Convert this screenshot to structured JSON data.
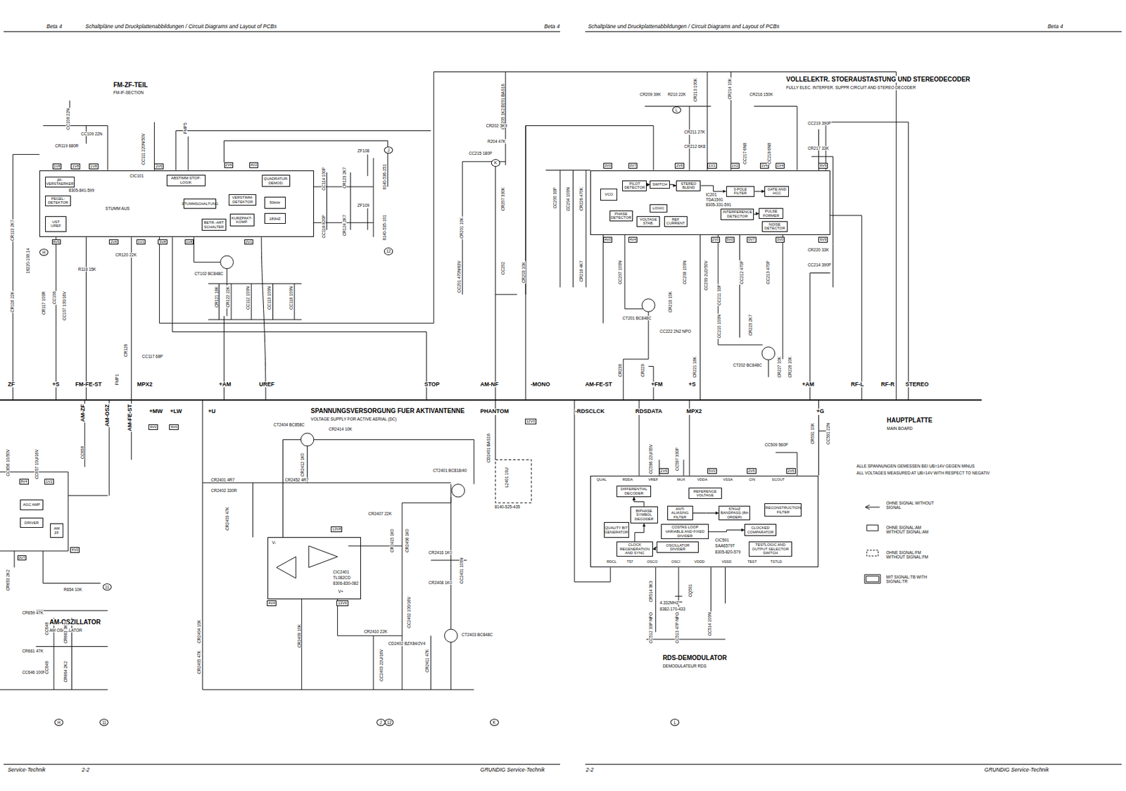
{
  "diagram": {
    "nodes": [
      {
        "text": [
          "CIC101",
          "8305-841-599"
        ]
      },
      {
        "text": [
          "ZF-VERSTAERKER"
        ],
        "in": 0
      },
      {
        "text": [
          "PEGEL-DETEKTOR"
        ],
        "in": 0
      },
      {
        "text": [
          "UST",
          "UREF"
        ],
        "in": 0
      },
      {
        "text": [
          "ABSTIMM-STOP-LOGIK"
        ],
        "in": 0
      },
      {
        "text": [
          "QUADRATUR-DEMOD."
        ],
        "in": 0
      },
      {
        "text": [
          "STUMMSCHALTUNG"
        ],
        "in": 0
      },
      {
        "text": [
          "VERSTIMM-DETEKTOR"
        ],
        "in": 0
      },
      {
        "text": [
          "50kHz"
        ],
        "in": 0
      },
      {
        "text": [
          "180HZ"
        ],
        "in": 0
      },
      {
        "text": [
          "BETR.-ART SCHALTER"
        ],
        "in": 0
      },
      {
        "text": [
          "KURZPAKT-KOMP."
        ],
        "in": 0
      },
      {
        "text": [
          "IC201",
          "TDA1591",
          "8305-331-591"
        ]
      },
      {
        "text": [
          "PILOT DETECTOR"
        ],
        "in": 12
      },
      {
        "text": [
          "SWITCH"
        ],
        "in": 12
      },
      {
        "text": [
          "STEREO BLEND"
        ],
        "in": 12
      },
      {
        "text": [
          "3-POLE FILTER"
        ],
        "in": 12
      },
      {
        "text": [
          "GATE AND HCC"
        ],
        "in": 12
      },
      {
        "text": [
          "LOGIC"
        ],
        "in": 12
      },
      {
        "text": [
          "PHASE DETECTOR"
        ],
        "in": 12
      },
      {
        "text": [
          "VOLTAGE STAB."
        ],
        "in": 12
      },
      {
        "text": [
          "REF CURRENT"
        ],
        "in": 12
      },
      {
        "text": [
          "INTERFERENCE DETECTOR"
        ],
        "in": 12
      },
      {
        "text": [
          "PULSE FORMER"
        ],
        "in": 12
      },
      {
        "text": [
          "NOISE DETECTOR"
        ],
        "in": 12
      },
      {
        "text": [
          "VCO"
        ],
        "in": 12
      },
      {
        "text": [
          "CIC2401",
          "TL082CD",
          "8306-830-082"
        ]
      },
      {
        "text": [
          "CIC591",
          "SAA6579T",
          "8305-820-579"
        ]
      },
      {
        "text": [
          "DIFFERENTIAL DECODER"
        ],
        "in": 27
      },
      {
        "text": [
          "REFERENCE VOLTAGE"
        ],
        "in": 27
      },
      {
        "text": [
          "QUALITY BIT GENERATOR"
        ],
        "in": 27
      },
      {
        "text": [
          "BIPHASE SYMBOL DECODER"
        ],
        "in": 27
      },
      {
        "text": [
          "ANTI ALIASING FILTER"
        ],
        "in": 27
      },
      {
        "text": [
          "57KHZ BANDPASS (8th ORDER)"
        ],
        "in": 27
      },
      {
        "text": [
          "RECONSTRUCTION FILTER"
        ],
        "in": 27
      },
      {
        "text": [
          "COSTAS LOOP VARIABLE AND FIXED DIVIDER"
        ],
        "in": 27
      },
      {
        "text": [
          "CLOCKED COMPARATOR"
        ],
        "in": 27
      },
      {
        "text": [
          "CLOCK REGENERATION AND SYNC"
        ],
        "in": 27
      },
      {
        "text": [
          "OSCILLATOR DIVIDER"
        ],
        "in": 27
      },
      {
        "text": [
          "TESTLOGIC AND OUTPUT SELECTOR SWITCH"
        ],
        "in": 27
      },
      {
        "text": [
          "AGC AMP"
        ]
      },
      {
        "text": [
          "DRIVER"
        ]
      },
      {
        "text": [
          "AM ZF"
        ]
      }
    ],
    "edges": [
      {
        "from": 13,
        "to": 14,
        "arrow": "to"
      },
      {
        "from": 14,
        "to": 15,
        "arrow": "to"
      },
      {
        "from": 15,
        "to": 16,
        "arrow": "to"
      },
      {
        "from": 16,
        "to": 17,
        "arrow": "to"
      },
      {
        "from": 22,
        "to": 23,
        "arrow": "to"
      },
      {
        "from": 32,
        "to": 33,
        "arrow": "to"
      },
      {
        "from": 35,
        "to": 36,
        "arrow": "to"
      },
      {
        "from": 38,
        "to": 37,
        "arrow": "to"
      },
      {
        "from": 37,
        "to": 31,
        "arrow": "to"
      },
      {
        "from": 31,
        "to": 28,
        "arrow": "to"
      }
    ],
    "labels": [
      "Beta 4",
      "Schaltpläne und Druckplattenabbildungen / Circuit Diagrams and Layout of PCBs",
      "Beta 4",
      "Schaltpläne und Druckplattenabbildungen / Circuit Diagrams and Layout of PCBs",
      "Beta 4",
      "Service-Technik",
      "2-2",
      "GRUNDIG Service-Technik",
      "2-2",
      "GRUNDIG Service-Technik",
      "FM-ZF-TEIL",
      "FM-IF-SECTION",
      "VOLLELEKTR. STOERAUSTASTUNG UND STEREODECODER",
      "FULLY ELEC. INTERFER. SUPPR CIRCUIT AND STEREO DECODER",
      "SPANNUNGSVERSORGUNG FUER AKTIVANTENNE",
      "VOLTAGE SUPPLY FOR ACTIVE AERIAL (DC)",
      "AM-OSZILLATOR",
      "AM OSCILLATOR",
      "RDS-DEMODULATOR",
      "DEMODULATEUR RDS",
      "HAUPTPLATTE",
      "MAIN BOARD",
      "ALLE SPANNUNGEN GEMESSEN BEI UB=14V GEGEN MINUS",
      "ALL VOLTAGES MEASURED AT UB=14V WITH RESPECT TO NEGATIV",
      "ZF",
      "+S",
      "FM-FE-ST",
      "MPX2",
      "+AM",
      "UREF",
      "STOP",
      "AM-NF",
      "-MONO",
      "AM-FE-ST",
      "+FM",
      "+S",
      "+AM",
      "RF-L",
      "RF-R",
      "STEREO",
      "AM-ZF",
      "AM-OSZ",
      "AM-FE-ST",
      "+MW",
      "+LW",
      "+U",
      "PHANTOM",
      "-RDSCLCK",
      "RDSDATA",
      "MPX2",
      "+G",
      "9V0",
      "9V0",
      "12V0",
      "13V8",
      "13V6",
      "4V4",
      "8V4",
      "1V2",
      "0V7",
      "4V0",
      "1V8",
      "1V8",
      "1V8",
      "2V6",
      "2V6",
      "4V2",
      "8V9",
      "2V6",
      "1V1",
      "3V8",
      "1V8",
      "2V1",
      "3V0",
      "0V7",
      "2V6",
      "1V1",
      "1V2",
      "1V4",
      "1V4",
      "6V9",
      "4V0",
      "4V4",
      "2V0",
      "5V0",
      "0V7",
      "3V0",
      "6V9",
      "2V6",
      "5V0",
      "2V6",
      "2V6",
      "QUAL",
      "RDDA",
      "VREF",
      "MUX",
      "VDDA",
      "VSSA",
      "CIN",
      "SCOUT",
      "RDCL",
      "T57",
      "OSCO",
      "OSCI",
      "VDDD",
      "VSSD",
      "TEST",
      "TSTLD",
      "CC108 22N",
      "CC109 22N",
      "CR119 680R",
      "CC111 220N/50V",
      "FMP5",
      "CR113 2K7",
      "18220-108.14",
      "CR116 22K",
      "CR117 100R",
      "CC106",
      "CC107 100/16V",
      "R118 15K",
      "CR120 22K",
      "CT102 BC848C",
      "CR121 18K",
      "CR122 22K",
      "CC112 100N",
      "CC113 100N",
      "CC118 100N",
      "CC114 100P",
      "CR123 2K7",
      "ZF108",
      "8140-536-251",
      "CC116 820P",
      "CR124 2K7",
      "ZF109",
      "8140-535-101",
      "CR126",
      "CC117 68P",
      "FMP1",
      "STUMM AUS",
      "J",
      "12",
      "H",
      "CD201 BAS16",
      "CR205 1K2",
      "CR202 3K9",
      "R204 47K",
      "CC215 180P",
      "K",
      "CR207 330K",
      "CR201 10K",
      "CC201 470N/63V",
      "CC202",
      "CR203 10K",
      "CC200 33P",
      "CC204 100N",
      "CR226 470K",
      "CR209 39K",
      "R210 22K",
      "L",
      "CR213 100K",
      "CR214 10K",
      "CR216 150K",
      "CR211 27K",
      "CR212 6K8",
      "CC217 6N8",
      "CC218 6N8",
      "CC219 390P",
      "CR217 33K",
      "CR220 33K",
      "CC214 390P",
      "CR218 4K7",
      "CC207 100N",
      "CC208 100N",
      "CC209 2U2/50V",
      "CC212 470P",
      "CC213 470P",
      "CT201 BC848C",
      "CC222 2N2 NPO",
      "CR219 10K",
      "CC211 33P",
      "CC210 100N",
      "CR223 2K7",
      "CT202 BC848C",
      "CR221 18K",
      "CR227 10K",
      "CR228 10K",
      "CR238",
      "CR229",
      "CT2404 BC858C",
      "CR2414 10K",
      "CR2412 1K0",
      "CR2401 4R7",
      "CR2452 4R7",
      "CR2402 330R",
      "CR2403 47K",
      "V-",
      "V+",
      "CR2407 22K",
      "CR2415 1K0",
      "CR2406 1K0",
      "CT2401 BC818/40",
      "CR2416 1K0",
      "CC2401 100N",
      "CR2408 1K0",
      "CC2402 100/16V",
      "CD2402 BZX84/2V4",
      "CR2410 22K",
      "CT2403 BC848C",
      "CR2411 47K",
      "CC2403 22U/16V",
      "CR2409 10K",
      "CR2404 10K",
      "CR2405 47K",
      "CD2401 BAS16",
      "L2401 10U",
      "8140-525-435",
      "CC656 10/50V",
      "CC657 10U/16V",
      "CC658",
      "CR653 2K2",
      "R654 10K",
      "11",
      "CR659 47K",
      "CC648",
      "CR663 3K9",
      "CR661 47K",
      "CC646 100N",
      "CC649",
      "CR664 2K2",
      "CR591 10K",
      "CC591 22N",
      "CC596 22U/35V",
      "CC597 330P",
      "CC509 560P",
      "CR514 3K3",
      "4.332MHZ",
      "8382-170-433",
      "CQ501",
      "CC512 33P NPO",
      "CC513 47P NPO",
      "CC514 100N",
      "H",
      "11",
      "J",
      "12",
      "K",
      "L"
    ],
    "legend": [
      {
        "text": "OHNE SIGNAL WITHOUT SIGNAL"
      },
      {
        "text": "OHNE SIGNAL:AM WITHOUT SIGNAL:AM"
      },
      {
        "text": "OHNE SIGNAL:FM WITHOUT SIGNAL:FM"
      },
      {
        "text": "MIT SIGNAL:TB WITH SIGNAL:TR"
      }
    ]
  }
}
